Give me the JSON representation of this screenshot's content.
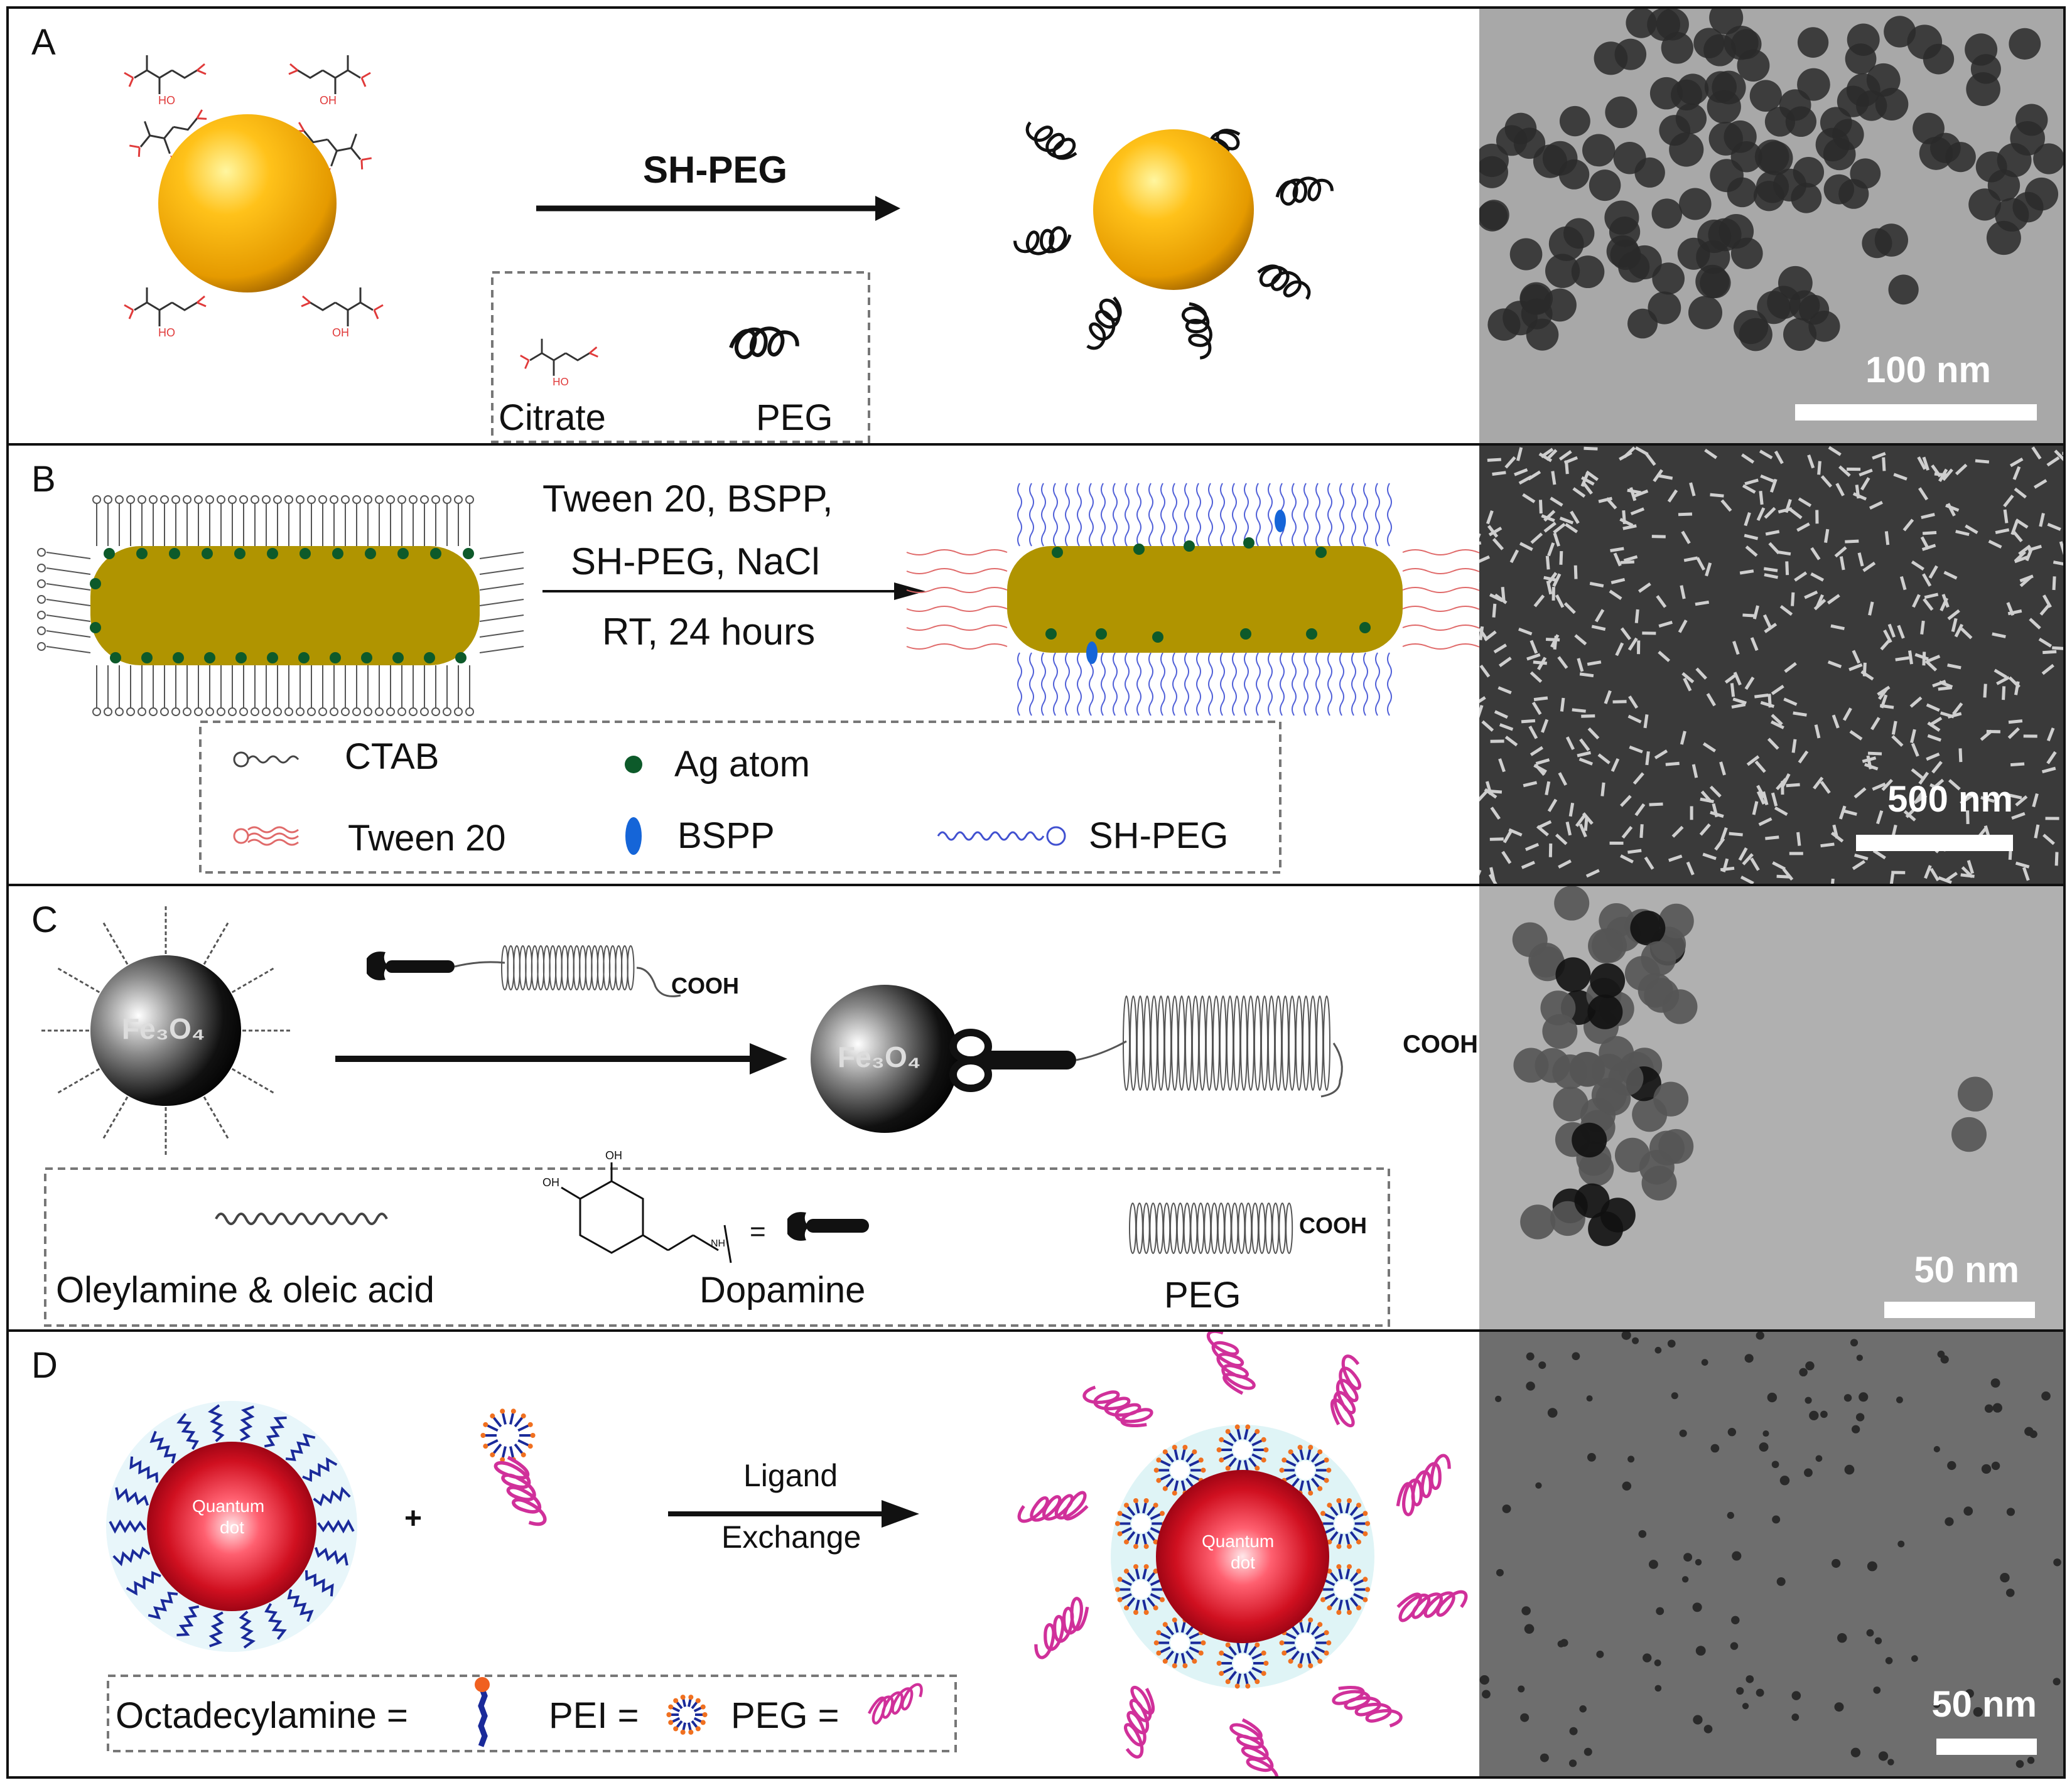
{
  "panels": {
    "a": {
      "label": "A",
      "arrow_label": "SH-PEG",
      "legend": [
        "Citrate",
        "PEG"
      ],
      "scale": "100 nm"
    },
    "b": {
      "label": "B",
      "arrow_top_1": "Tween 20,  BSPP,",
      "arrow_top_2": "SH-PEG,  NaCl",
      "arrow_bottom": "RT, 24 hours",
      "legend": [
        "CTAB",
        "Ag atom",
        "Tween 20",
        "BSPP",
        "SH-PEG"
      ],
      "scale": "500 nm"
    },
    "c": {
      "label": "C",
      "core": "Fe₃O₄",
      "cooh": "COOH",
      "legend": [
        "Oleylamine  &  oleic  acid",
        "Dopamine",
        "PEG"
      ],
      "scale": "50 nm"
    },
    "d": {
      "label": "D",
      "core_line1": "Quantum",
      "core_line2": "dot",
      "plus": "+",
      "arrow_top": "Ligand",
      "arrow_bottom": "Exchange",
      "legend": [
        "Octadecylamine  =",
        "PEI  =",
        "PEG  ="
      ],
      "scale": "50 nm"
    }
  },
  "colors": {
    "gold": "#f2b100",
    "rod": "#b09400",
    "ag": "#0d5a2a",
    "tween": "#e06a6a",
    "sh_peg": "#5060d8",
    "bspp": "#1565d8",
    "qd": "#d01020",
    "pei": "#1a2a9a",
    "peg_pink": "#d0309a"
  }
}
